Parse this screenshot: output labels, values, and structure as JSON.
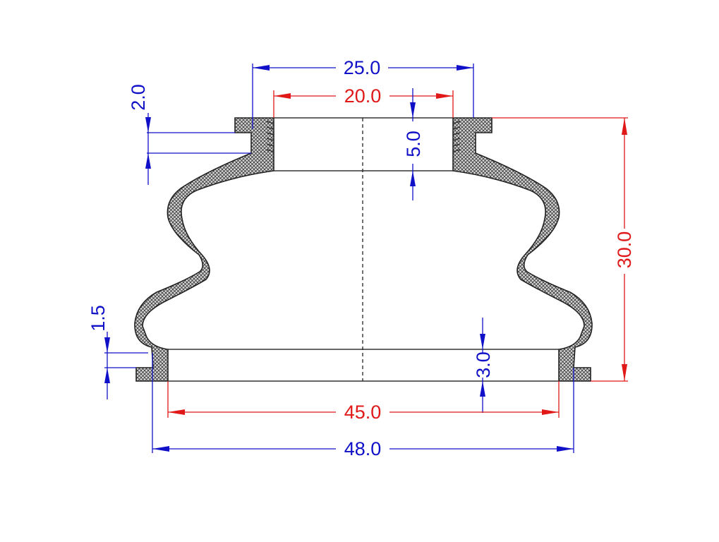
{
  "dimensions": {
    "top_outer_width": "25.0",
    "top_inner_width": "20.0",
    "flange_thickness_top": "2.0",
    "neck_height": "5.0",
    "overall_height": "30.0",
    "flange_thickness_bottom": "1.5",
    "bottom_ring_height": "3.0",
    "bottom_inner_width": "45.0",
    "bottom_outer_width": "48.0"
  },
  "colors": {
    "primary_dimension": "#1010c8",
    "secondary_dimension": "#e01818",
    "outline": "#222222",
    "background": "#ffffff"
  }
}
